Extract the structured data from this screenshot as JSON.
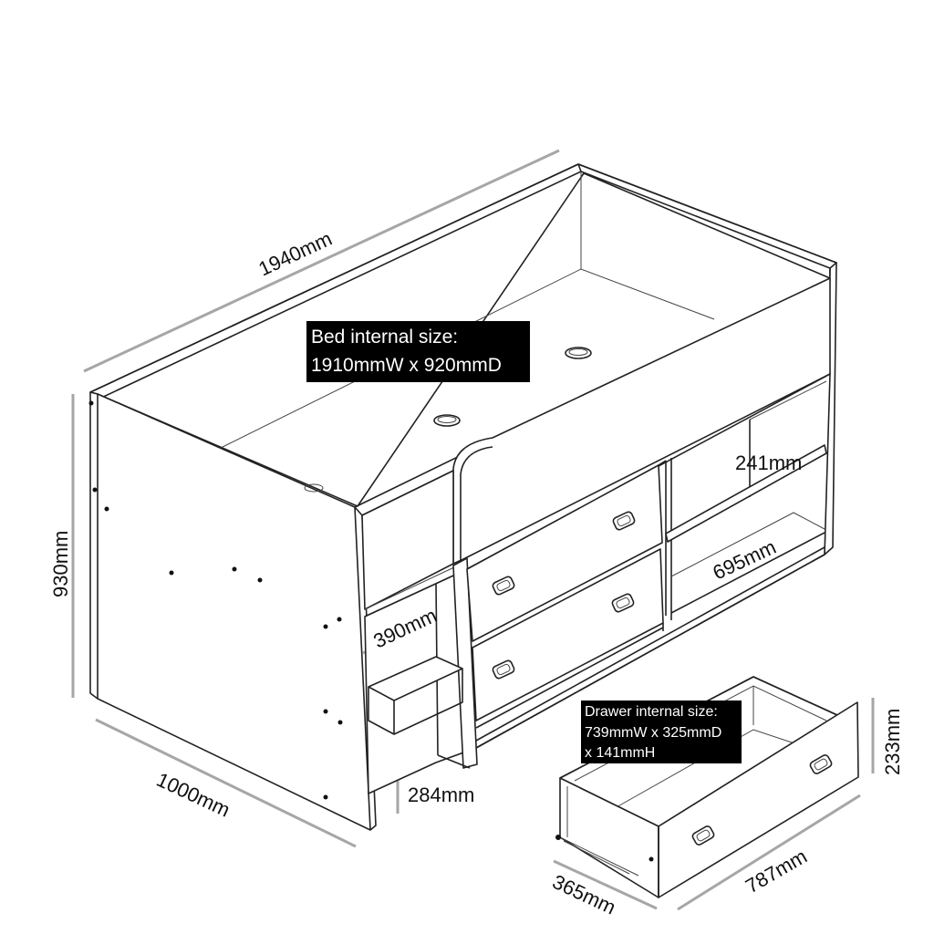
{
  "callouts": {
    "bed_internal": {
      "line1": "Bed internal size:",
      "line2": "1910mmW x 920mmD"
    },
    "drawer_internal": {
      "line1": "Drawer internal size:",
      "line2": "739mmW x 325mmD",
      "line3": "x 141mmH"
    }
  },
  "dimensions": {
    "length": "1940mm",
    "height": "930mm",
    "depth": "1000mm",
    "shelf_height": "241mm",
    "shelf_width": "695mm",
    "side_shelf_width": "390mm",
    "side_shelf_height": "284mm",
    "drawer_height": "233mm",
    "drawer_width": "787mm",
    "drawer_depth": "365mm"
  },
  "colors": {
    "line": "#222222",
    "dimension_line": "#a6a6a6",
    "callout_background": "#000000",
    "callout_text": "#ffffff"
  }
}
